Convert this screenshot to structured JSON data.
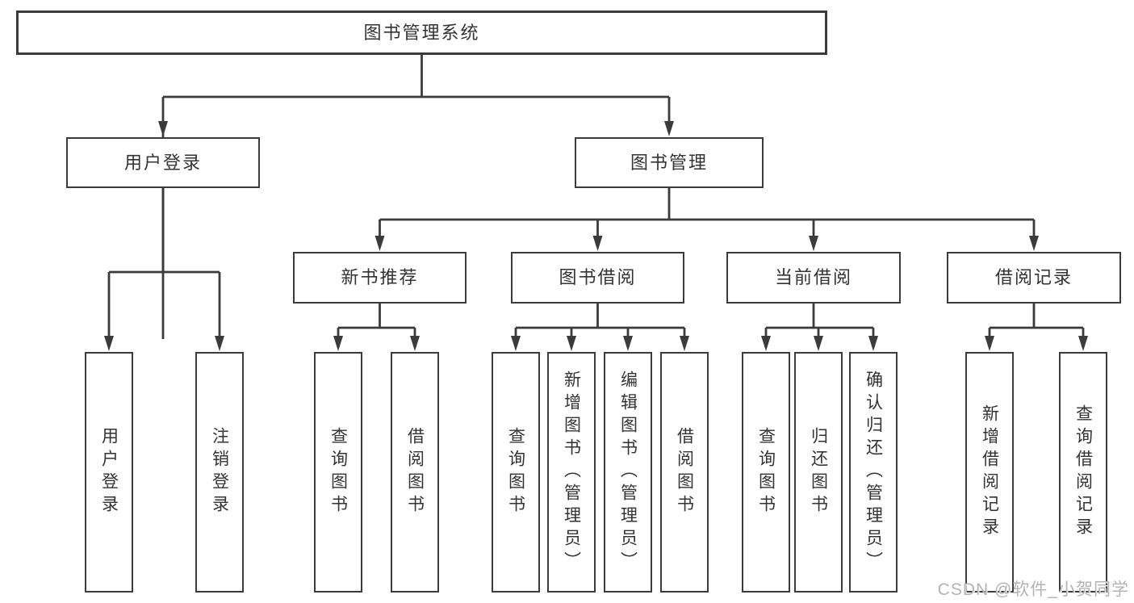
{
  "diagram": {
    "title": "图书管理系统",
    "branches": [
      {
        "label": "用户登录",
        "children": [
          {
            "label": "用户登录"
          },
          {
            "label": "注销登录"
          }
        ]
      },
      {
        "label": "图书管理",
        "children": [
          {
            "label": "新书推荐",
            "children": [
              {
                "label": "查询图书"
              },
              {
                "label": "借阅图书"
              }
            ]
          },
          {
            "label": "图书借阅",
            "children": [
              {
                "label": "查询图书"
              },
              {
                "label": "新增图书（管理员）"
              },
              {
                "label": "编辑图书（管理员）"
              },
              {
                "label": "借阅图书"
              }
            ]
          },
          {
            "label": "当前借阅",
            "children": [
              {
                "label": "查询图书"
              },
              {
                "label": "归还图书"
              },
              {
                "label": "确认归还（管理员）"
              }
            ]
          },
          {
            "label": "借阅记录",
            "children": [
              {
                "label": "新增借阅记录"
              },
              {
                "label": "查询借阅记录"
              }
            ]
          }
        ]
      }
    ]
  },
  "watermark": {
    "text": "CSDN @软件_小贺同学"
  },
  "colors": {
    "line": "#3b3b3b",
    "text": "#333333",
    "watermark": "#b3b3b3"
  }
}
